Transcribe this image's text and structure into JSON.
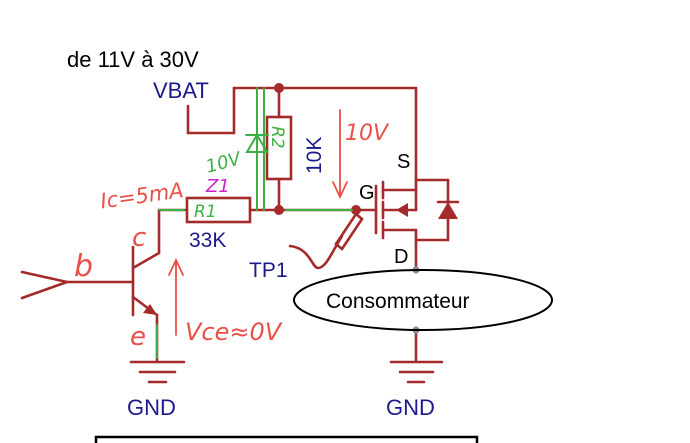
{
  "header": {
    "voltage_range": "de 11V à 30V"
  },
  "labels": {
    "vbat": "VBAT",
    "r1_name": "R1",
    "r1_value": "33K",
    "r2_name": "R2",
    "r2_value": "10K",
    "tp1": "TP1",
    "gnd_left": "GND",
    "gnd_right": "GND",
    "load": "Consommateur",
    "gate": "G",
    "source": "S",
    "drain": "D"
  },
  "annotations": {
    "ic_current": "Ic=5mA",
    "zener": "Z1",
    "zener_voltage": "10V",
    "gate_voltage": "10V",
    "base": "b",
    "collector": "c",
    "emitter": "e",
    "vce": "Vce≈0V"
  },
  "colors": {
    "wire": "#a52a2a",
    "text_blue": "#1a1a8c",
    "annotation_red": "#e8504a",
    "annotation_green": "#2ecc71",
    "annotation_magenta": "#cc22cc",
    "wire_green": "#3cb043"
  }
}
